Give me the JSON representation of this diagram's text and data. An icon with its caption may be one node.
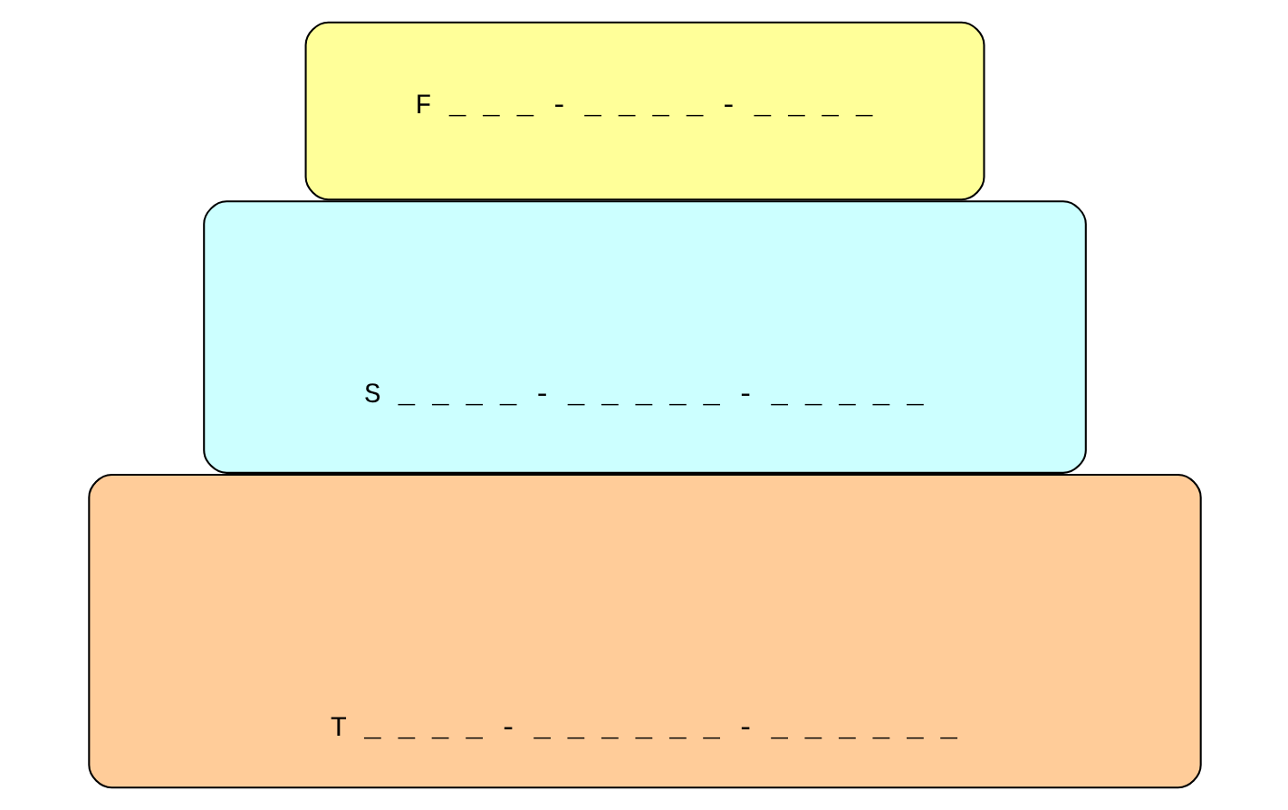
{
  "diagram": {
    "nodes": [
      {
        "text": [
          "F _ _ _ - _ _ _ _ - _ _ _ _"
        ]
      },
      {
        "text": [
          "S _ _ _ _ - _ _ _ _ _ - _ _ _ _ _"
        ]
      },
      {
        "text": [
          "T _ _ _ _ - _ _ _ _ _ _ - _ _ _ _ _ _"
        ]
      }
    ]
  }
}
